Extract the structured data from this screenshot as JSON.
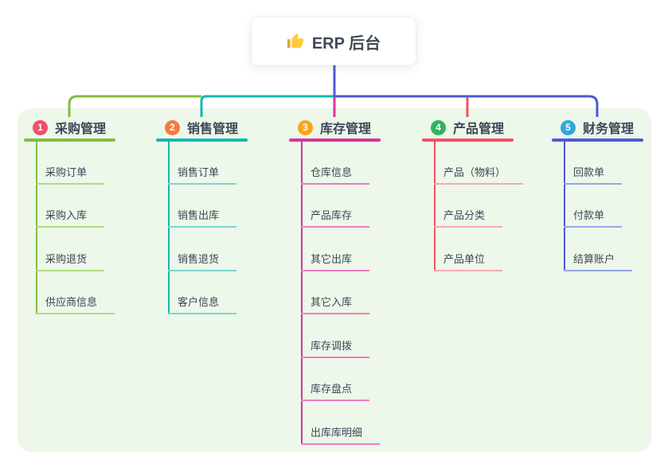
{
  "root": {
    "title": "ERP 后台",
    "icon": "thumbs-up-icon",
    "accent_color": "#4A5BD8"
  },
  "panel": {
    "background_color": "#EDF7EA"
  },
  "connector_colors": {
    "root_stem": "#4A5BD8",
    "bus_left": "#82BE3C",
    "bus_middle": "#14B8B0",
    "bus_right": "#4A5BD8",
    "drop_center": "#D8359B",
    "drop_fourth": "#F25263"
  },
  "branches": [
    {
      "num": "1",
      "title": "采购管理",
      "badge_color": "#F0506B",
      "line_color": "#82BE3C",
      "line_tint": "#AFDA85",
      "items": [
        "采购订单",
        "采购入库",
        "采购退货",
        "供应商信息"
      ]
    },
    {
      "num": "2",
      "title": "销售管理",
      "badge_color": "#F47B3F",
      "line_color": "#14B8B0",
      "line_tint": "#7DD6CE",
      "items": [
        "销售订单",
        "销售出库",
        "销售退货",
        "客户信息"
      ]
    },
    {
      "num": "3",
      "title": "库存管理",
      "badge_color": "#F9A61A",
      "line_color": "#D8359B",
      "line_tint": "#EE7CBE",
      "items": [
        "仓库信息",
        "产品库存",
        "其它出库",
        "其它入库",
        "库存调拨",
        "库存盘点",
        "出库库明细"
      ]
    },
    {
      "num": "4",
      "title": "产品管理",
      "badge_color": "#2FB25D",
      "line_color": "#F25263",
      "line_tint": "#F7A8B1",
      "items": [
        "产品（物料）",
        "产品分类",
        "产品单位"
      ]
    },
    {
      "num": "5",
      "title": "财务管理",
      "badge_color": "#31A7DD",
      "line_color": "#4A5BD8",
      "line_tint": "#98A5E8",
      "items": [
        "回款单",
        "付款单",
        "结算账户"
      ]
    }
  ]
}
